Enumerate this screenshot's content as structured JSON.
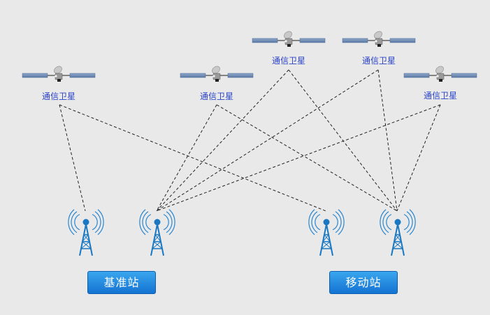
{
  "satellites": [
    {
      "label": "通信卫星"
    },
    {
      "label": "通信卫星"
    },
    {
      "label": "通信卫星"
    },
    {
      "label": "通信卫星"
    },
    {
      "label": "通信卫星"
    }
  ],
  "stations": {
    "base_label": "基准站",
    "mobile_label": "移动站"
  },
  "colors": {
    "background": "#e9e9e9",
    "label_text": "#2a43c8",
    "button": "#1e8ae0",
    "antenna": "#1a78c2",
    "link_line": "#222222"
  },
  "icons": {
    "satellite": "satellite-icon",
    "antenna": "antenna-tower-icon"
  }
}
